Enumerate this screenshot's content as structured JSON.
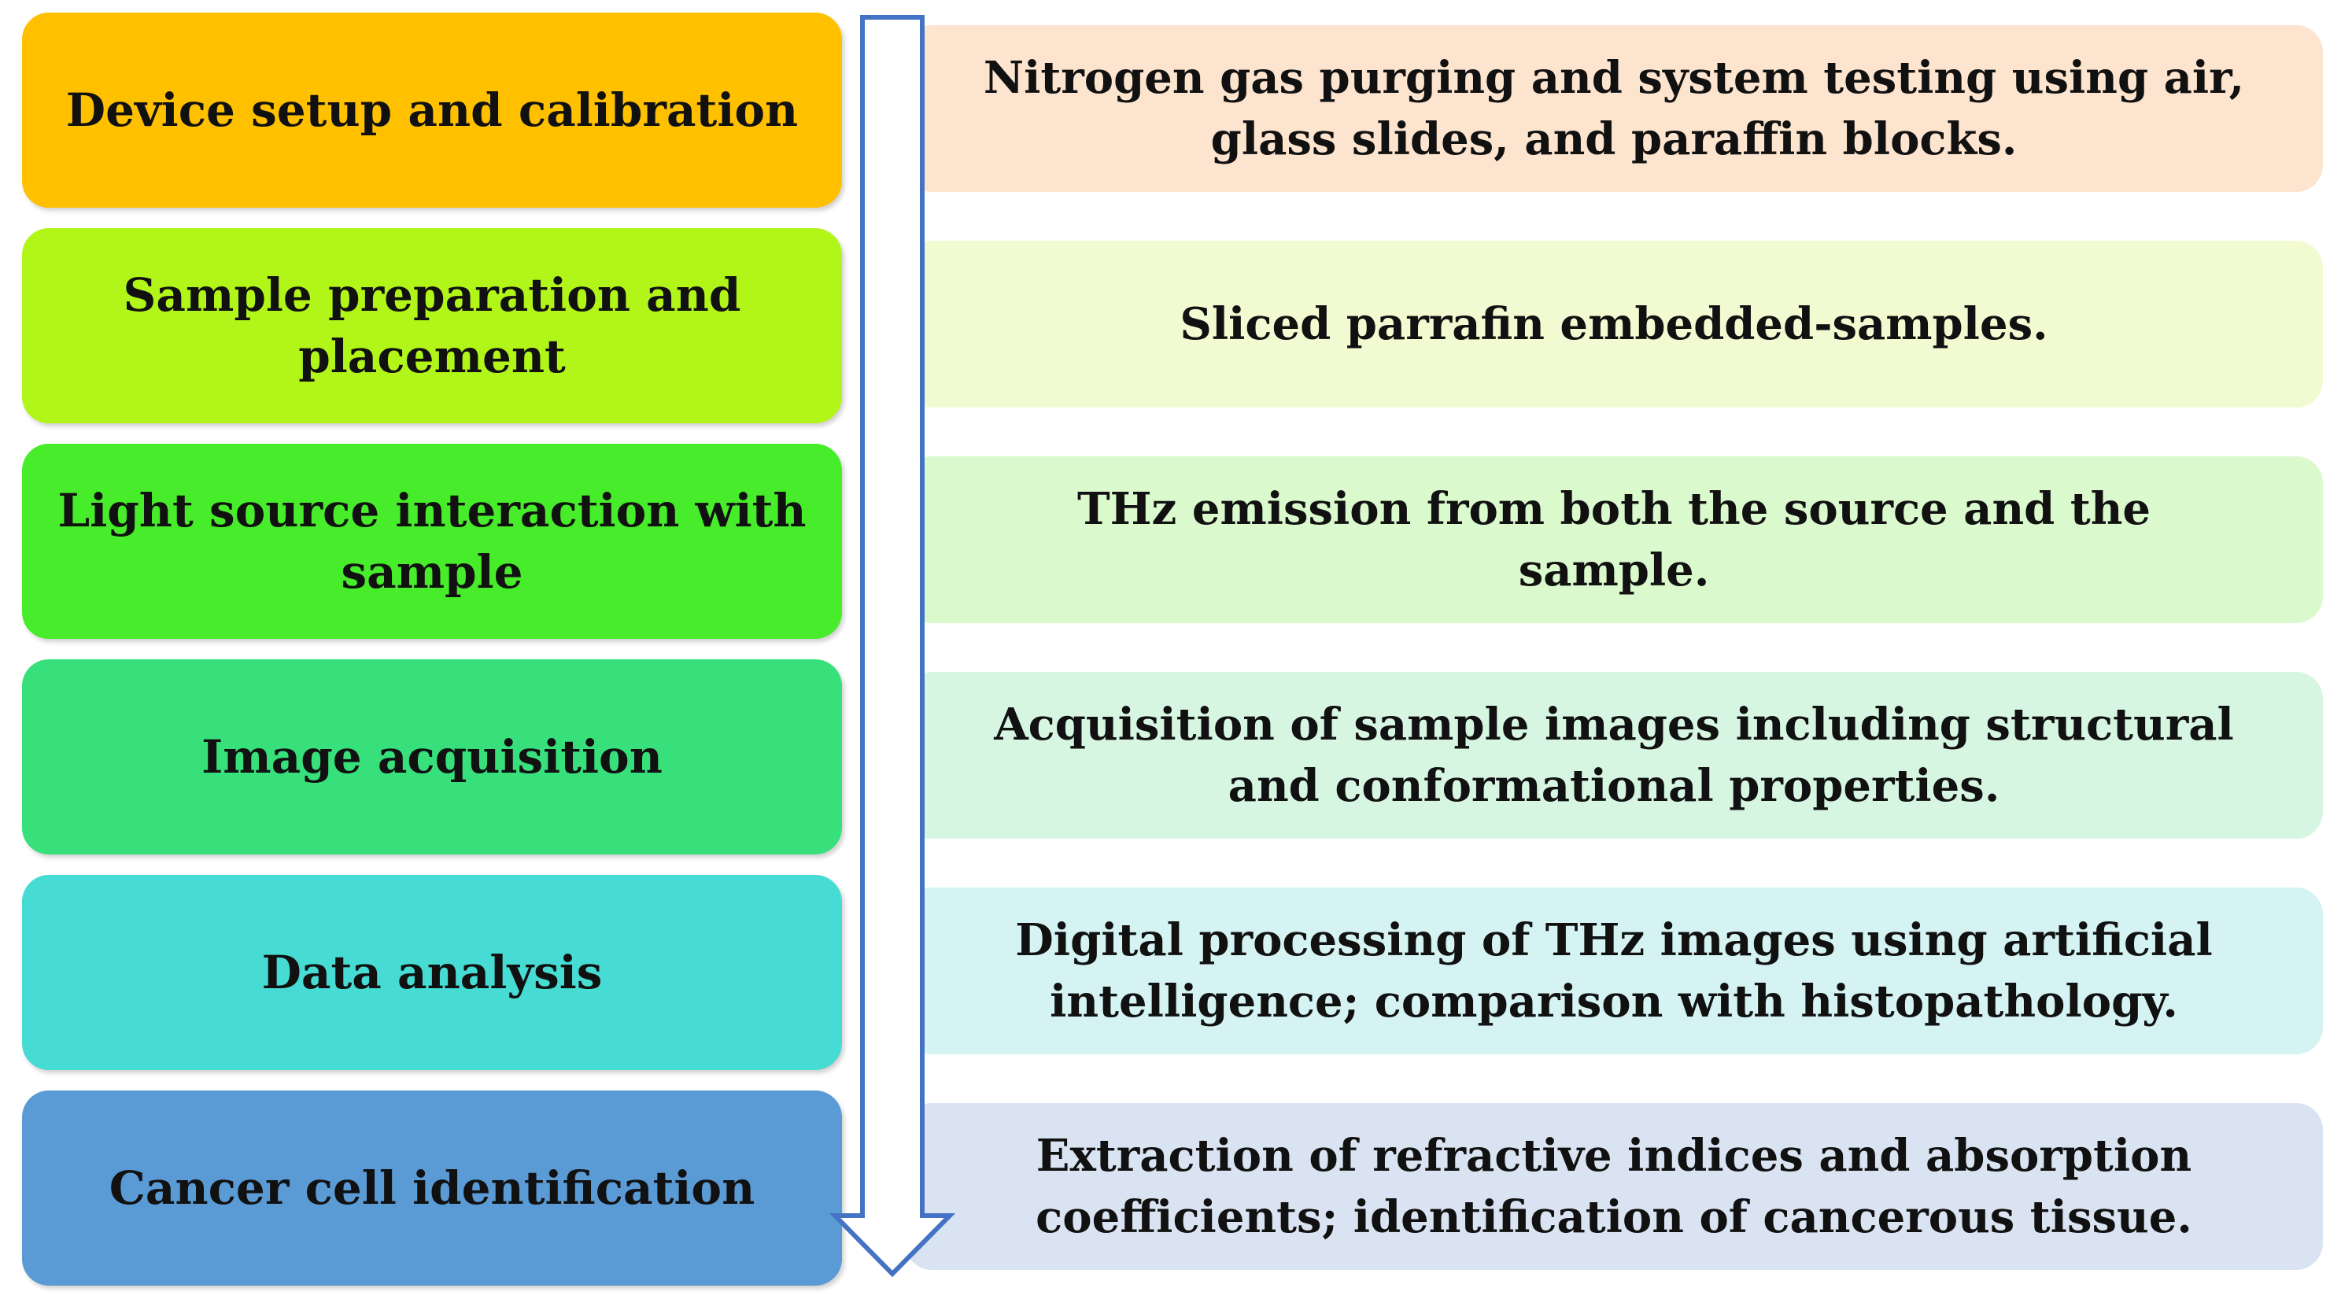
{
  "colors": {
    "arrow_stroke": "#4472C4",
    "arrow_fill": "#FFFFFF"
  },
  "steps": [
    {
      "label": "Device setup and calibration",
      "color": "#FFC000",
      "description": "Nitrogen gas purging and system testing using air, glass slides, and paraffin blocks.",
      "desc_color": "#FDE4CF"
    },
    {
      "label": "Sample preparation and placement",
      "color": "#B2F519",
      "description": "Sliced parrafin embedded-samples.",
      "desc_color": "#F1FAD1"
    },
    {
      "label": "Light source interaction with sample",
      "color": "#47EC2A",
      "description": "THz emission from both the source and the sample.",
      "desc_color": "#DAF9CD"
    },
    {
      "label": "Image acquisition",
      "color": "#38E07C",
      "description": "Acquisition of sample images including structural and conformational properties.",
      "desc_color": "#D6F6E2"
    },
    {
      "label": "Data analysis",
      "color": "#46DCD3",
      "description": "Digital processing of THz images using artificial intelligence; comparison with histopathology.",
      "desc_color": "#D4F3F2"
    },
    {
      "label": "Cancer cell identification",
      "color": "#5B9BD5",
      "description": "Extraction of refractive indices and absorption coefficients; identification of cancerous tissue.",
      "desc_color": "#D9E3F1"
    }
  ]
}
